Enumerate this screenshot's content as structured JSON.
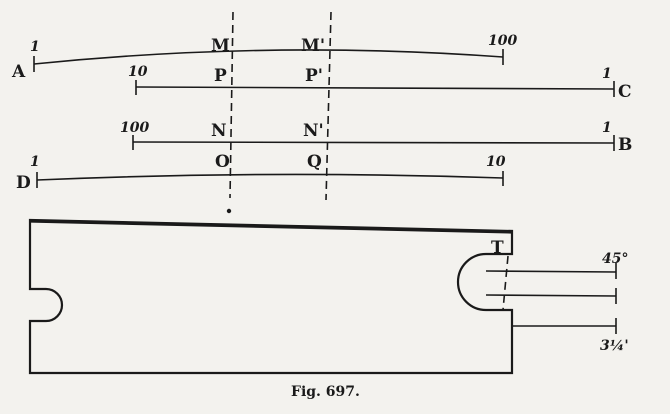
{
  "labels": {
    "A": "A",
    "C": "C",
    "B": "B",
    "D": "D",
    "M": "M",
    "M_prime": "M'",
    "P": "P",
    "P_prime": "P'",
    "N": "N",
    "N_prime": "N'",
    "O": "O",
    "Q": "Q",
    "T": "T"
  },
  "scale_numbers": {
    "A_start": "1",
    "A_end": "100",
    "C_start": "10",
    "C_end": "1",
    "B_start": "100",
    "B_end": "1",
    "D_start": "1",
    "D_end": "10",
    "angle": "45°",
    "minutes": "3¼'"
  },
  "caption": "Fig. 697."
}
